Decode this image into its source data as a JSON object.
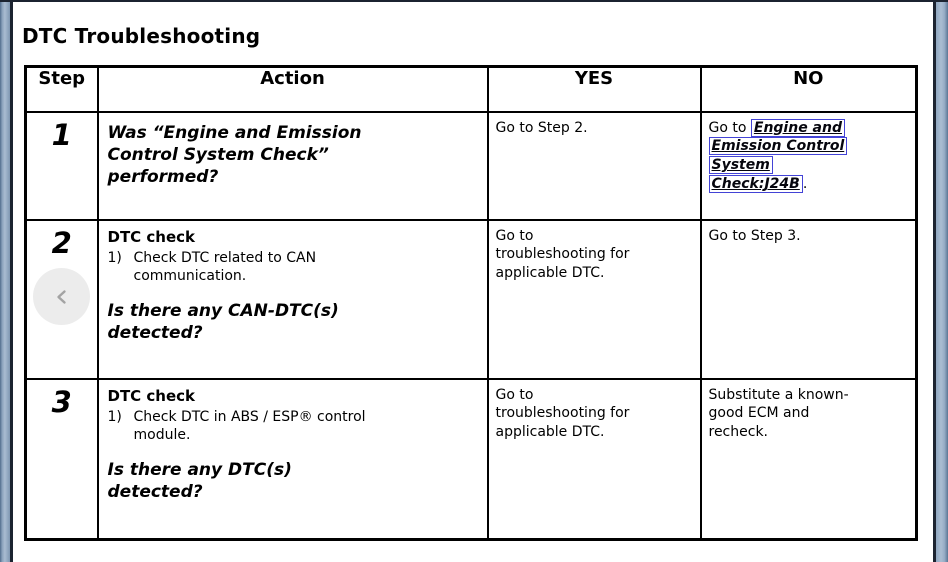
{
  "page": {
    "title": "DTC Troubleshooting"
  },
  "table": {
    "headers": [
      "Step",
      "Action",
      "YES",
      "NO"
    ],
    "rows": [
      {
        "step": "1",
        "question": "Was “Engine and Emission Control System Check” performed?",
        "yes": "Go to Step 2.",
        "no_prefix": "Go to ",
        "no_link": "Engine and Emission Control System Check:J24B",
        "no_suffix": "."
      },
      {
        "step": "2",
        "action_title": "DTC check",
        "item_num": "1)",
        "item_text": "Check DTC related to CAN communication.",
        "question": "Is there any CAN-DTC(s) detected?",
        "yes": "Go to troubleshooting for applicable DTC.",
        "no": "Go to Step 3."
      },
      {
        "step": "3",
        "action_title": "DTC check",
        "item_num": "1)",
        "item_text": "Check DTC in ABS / ESP® control module.",
        "question": "Is there any DTC(s) detected?",
        "yes": "Go to troubleshooting for applicable DTC.",
        "no": "Substitute a known-good ECM and recheck."
      }
    ]
  },
  "nav": {
    "prev_icon": "chevron-left"
  },
  "colors": {
    "link_box_border": "#4343d6",
    "page_border": "#1b2330",
    "edge_strip_light": "#a9bcd1",
    "edge_strip_dark": "#516d8c",
    "table_border": "#000000",
    "prev_button_bg": "#ececec",
    "prev_chevron": "#a3a3a3"
  }
}
